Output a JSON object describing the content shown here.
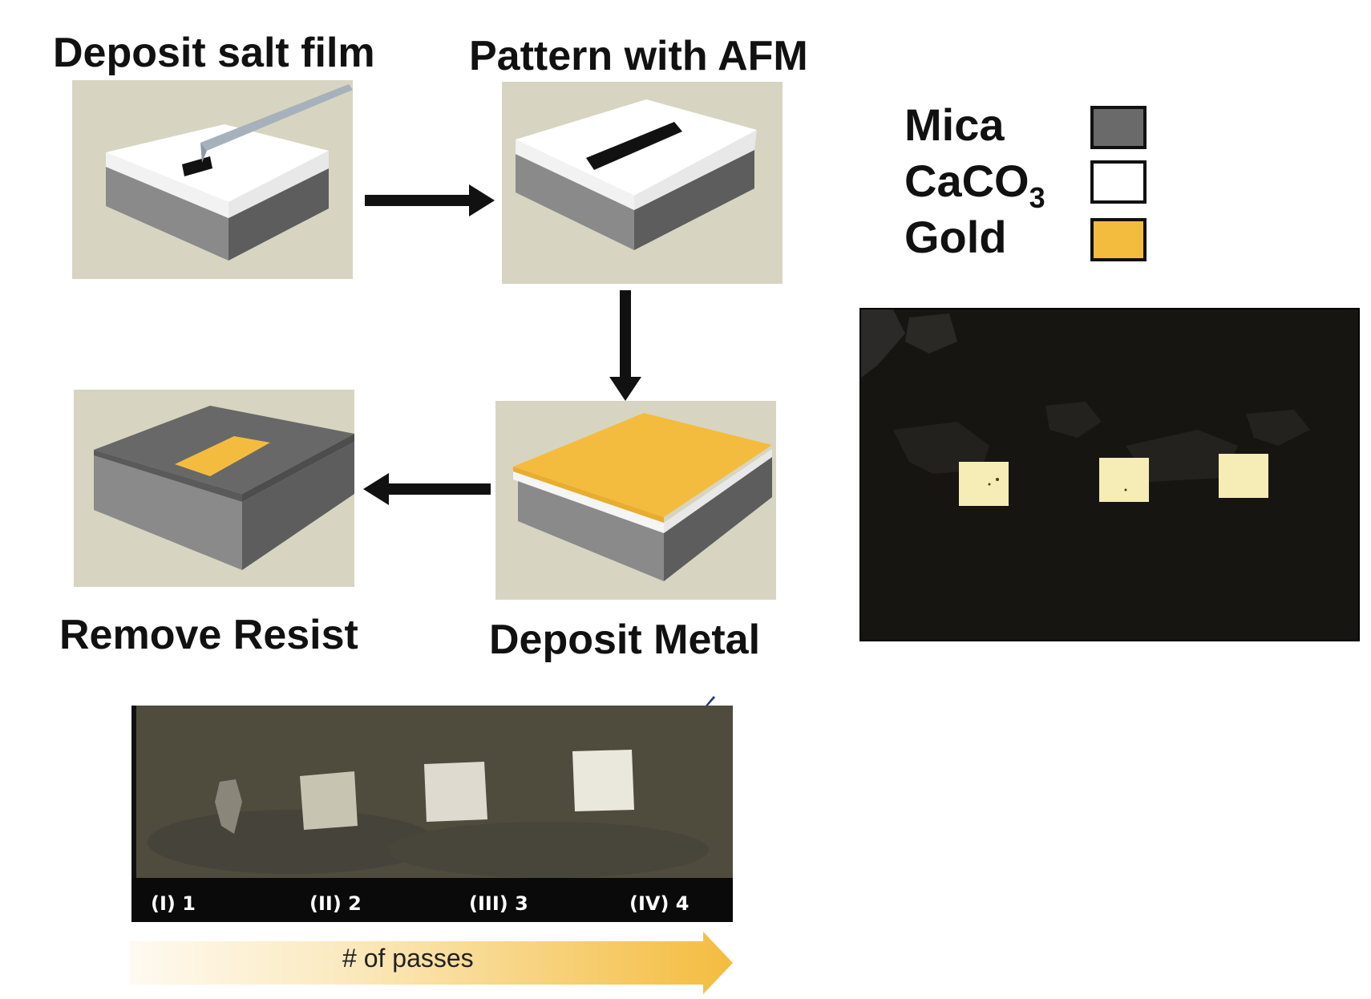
{
  "steps": [
    {
      "id": "deposit-salt-film",
      "title": "Deposit salt film"
    },
    {
      "id": "pattern-with-afm",
      "title": "Pattern with AFM"
    },
    {
      "id": "deposit-metal",
      "title": "Deposit Metal"
    },
    {
      "id": "remove-resist",
      "title": "Remove Resist"
    }
  ],
  "legend": {
    "items": [
      {
        "label": "Mica",
        "color": "#6a6a6a"
      },
      {
        "label": "CaCO",
        "subscript": "3",
        "color": "#ffffff"
      },
      {
        "label": "Gold",
        "color": "#f4bc3f"
      }
    ]
  },
  "passes": {
    "labels": [
      "(I) 1",
      "(II) 2",
      "(III) 3",
      "(IV) 4"
    ],
    "arrow_label": "# of passes"
  },
  "colors": {
    "mica": "#6a6a6a",
    "caco3": "#ffffff",
    "gold": "#f4bc3f",
    "panel_bg": "#d7d5c1"
  }
}
